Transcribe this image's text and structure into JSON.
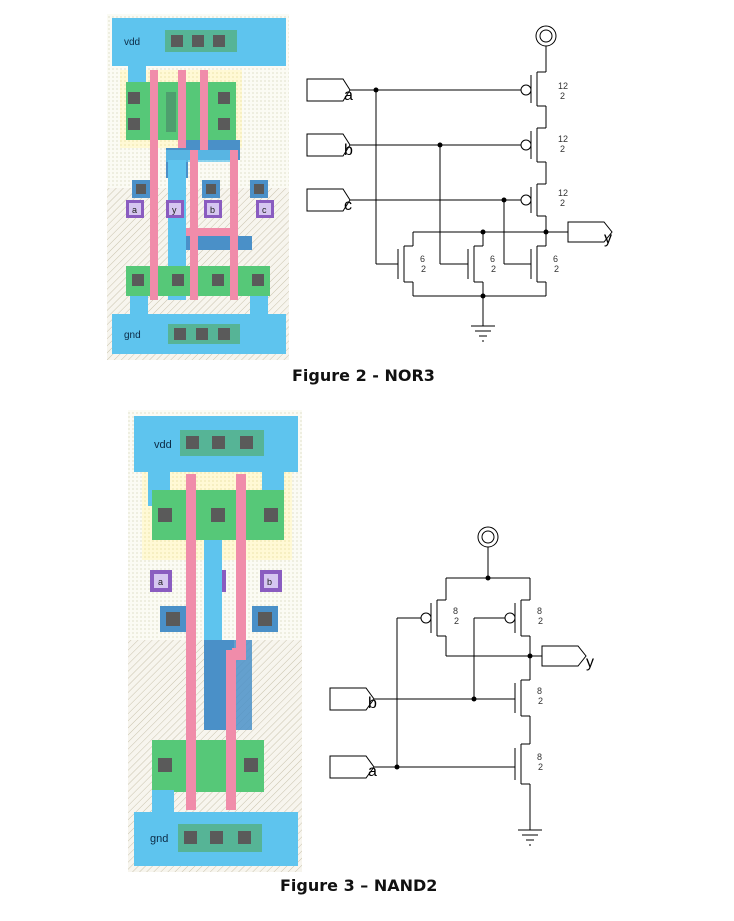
{
  "figure2": {
    "caption": "Figure 2 - NOR3",
    "layout": {
      "vdd": "vdd",
      "gnd": "gnd",
      "pins": [
        "a",
        "y",
        "b",
        "c"
      ]
    },
    "schematic": {
      "inputs": [
        "a",
        "b",
        "c"
      ],
      "output": "y",
      "pmos_sizes": [
        [
          "12",
          "2"
        ],
        [
          "12",
          "2"
        ],
        [
          "12",
          "2"
        ]
      ],
      "nmos_sizes": [
        [
          "6",
          "2"
        ],
        [
          "6",
          "2"
        ],
        [
          "6",
          "2"
        ]
      ]
    }
  },
  "figure3": {
    "caption": "Figure 3 – NAND2",
    "layout": {
      "vdd": "vdd",
      "gnd": "gnd",
      "pins": [
        "a",
        "y",
        "b"
      ]
    },
    "schematic": {
      "inputs": [
        "b",
        "a"
      ],
      "output": "y",
      "pmos_sizes": [
        [
          "8",
          "2"
        ],
        [
          "8",
          "2"
        ]
      ],
      "nmos_sizes": [
        [
          "8",
          "2"
        ],
        [
          "8",
          "2"
        ]
      ]
    }
  },
  "colors": {
    "metal": "#5ec4ee",
    "metal_dark": "#4a90c8",
    "diffusion_green": "#56c878",
    "poly": "#f08caa",
    "contact": "#5a5a5a",
    "pin": "#8a5cc0",
    "well": "#fff8c8"
  }
}
